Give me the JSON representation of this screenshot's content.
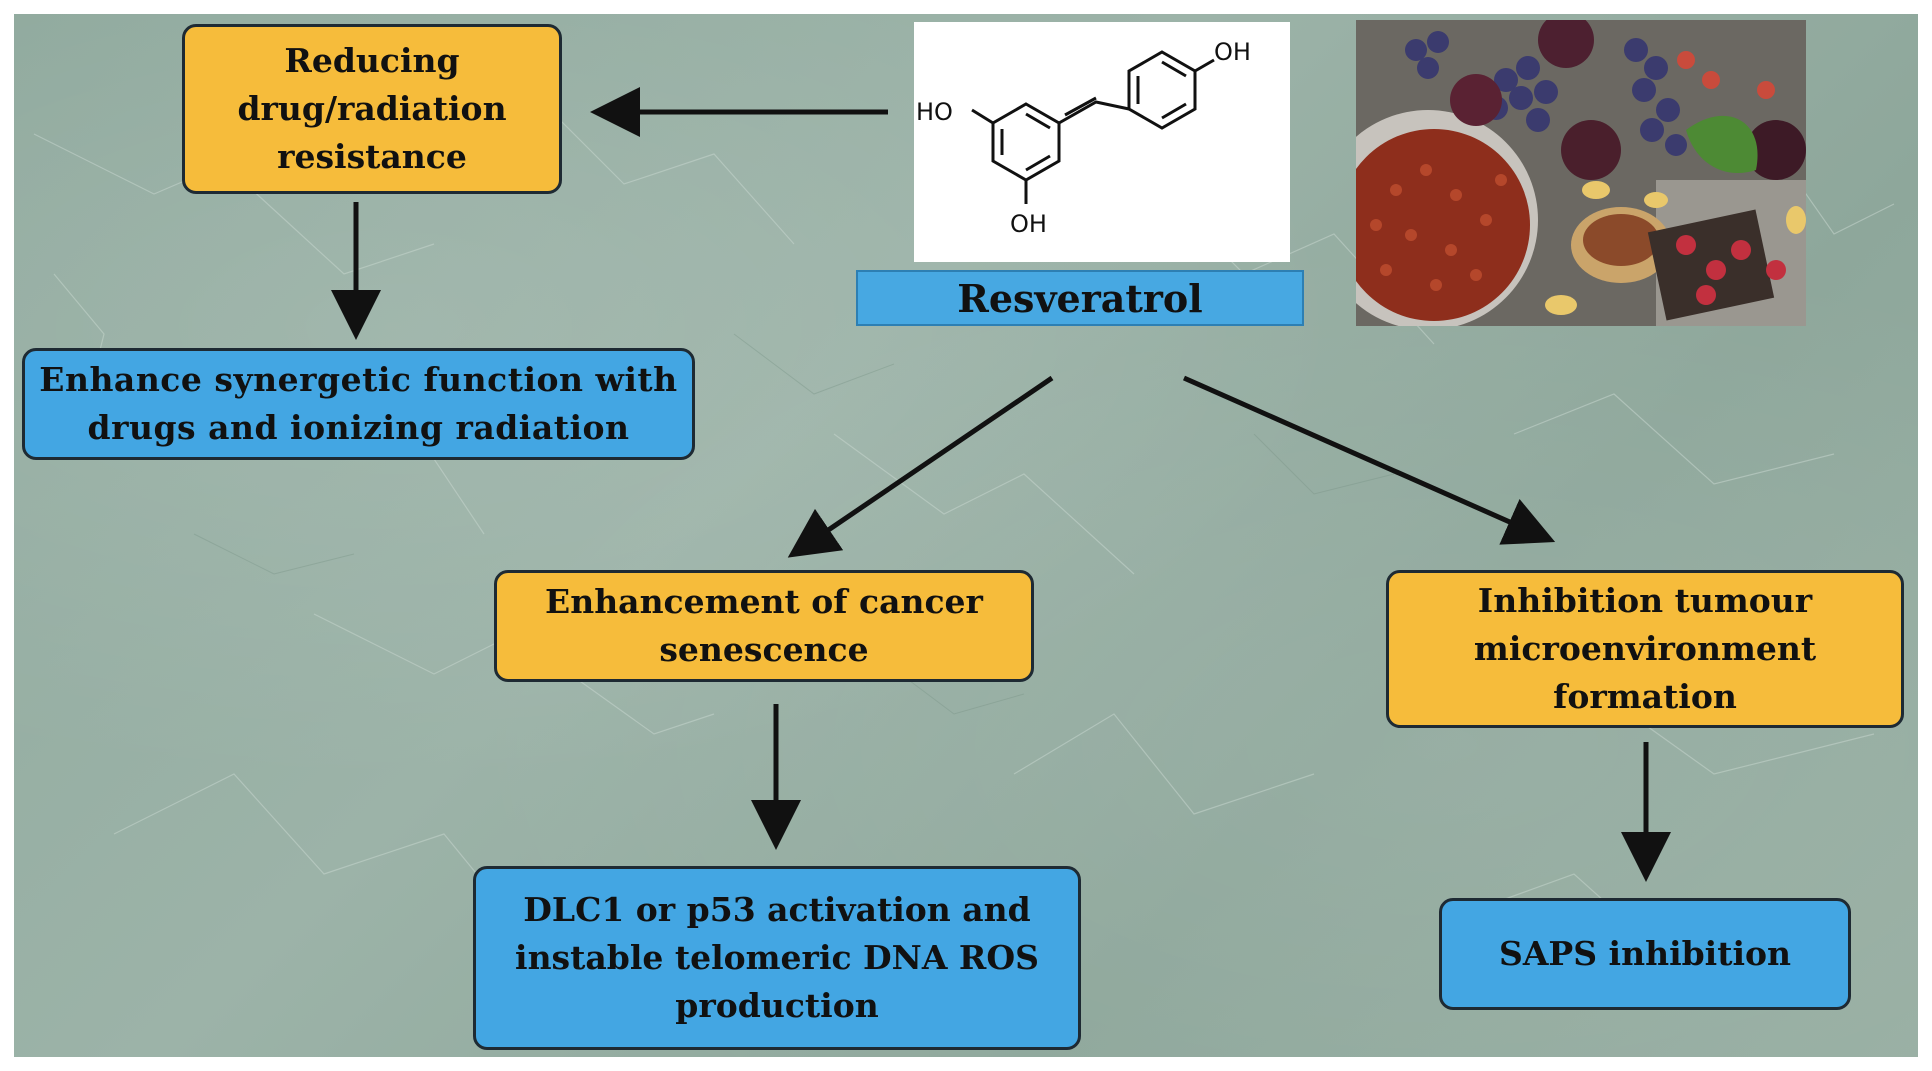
{
  "central": {
    "label": "Resveratrol",
    "molecule_labels": {
      "oh_top": "OH",
      "oh_left": "HO",
      "oh_bottom": "OH"
    }
  },
  "boxes": {
    "reducing_resistance": "Reducing\ndrug/radiation\nresistance",
    "enhance_synergetic": "Enhance synergetic function with\ndrugs and ionizing radiation",
    "enhancement_senescence": "Enhancement of cancer\nsenescence",
    "dlc1_p53": "DLC1 or p53 activation and\ninstable telomeric DNA ROS\nproduction",
    "inhibition_tme": "Inhibition tumour\nmicroenvironment\nformation",
    "saps_inhibition": "SAPS inhibition"
  },
  "colors": {
    "orange_box": "#f6bc3b",
    "blue_box": "#43a6e3",
    "background": "#93ac9f",
    "arrow": "#111111"
  },
  "icons": {
    "molecule": "resveratrol-structure-icon",
    "photo": "fruits-nuts-photo"
  }
}
